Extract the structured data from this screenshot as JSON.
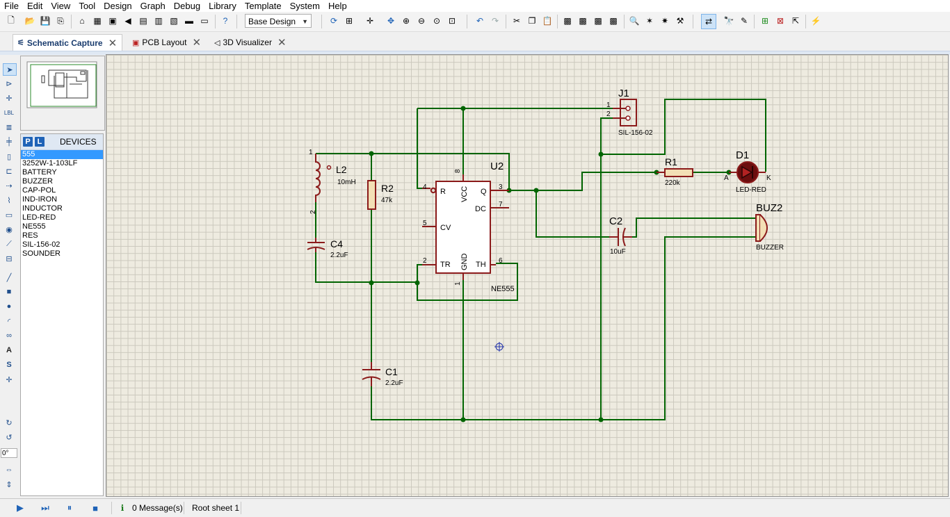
{
  "menu": [
    "File",
    "Edit",
    "View",
    "Tool",
    "Design",
    "Graph",
    "Debug",
    "Library",
    "Template",
    "System",
    "Help"
  ],
  "toolbar": {
    "design_combo": "Base Design"
  },
  "tabs": [
    {
      "label": "Schematic Capture",
      "active": true
    },
    {
      "label": "PCB Layout",
      "active": false
    },
    {
      "label": "3D Visualizer",
      "active": false
    }
  ],
  "devices": {
    "p_btn": "P",
    "l_btn": "L",
    "title": "DEVICES",
    "items": [
      "555",
      "3252W-1-103LF",
      "BATTERY",
      "BUZZER",
      "CAP-POL",
      "IND-IRON",
      "INDUCTOR",
      "LED-RED",
      "NE555",
      "RES",
      "SIL-156-02",
      "SOUNDER"
    ],
    "selected": 0
  },
  "rotation": "0°",
  "status": {
    "messages": "0 Message(s)",
    "sheet": "Root sheet 1"
  },
  "schematic": {
    "u2": {
      "ref": "U2",
      "part": "NE555",
      "pins": {
        "R": "R",
        "VCC": "VCC",
        "Q": "Q",
        "DC": "DC",
        "CV": "CV",
        "TR": "TR",
        "GND": "GND",
        "TH": "TH"
      },
      "pin_nums": {
        "p4": "4",
        "p8": "8",
        "p3": "3",
        "p7": "7",
        "p5": "5",
        "p2": "2",
        "p1": "1",
        "p6": "6"
      }
    },
    "l2": {
      "ref": "L2",
      "value": "10mH",
      "pin1": "1",
      "pin2": "2"
    },
    "r2": {
      "ref": "R2",
      "value": "47k"
    },
    "c4": {
      "ref": "C4",
      "value": "2.2uF"
    },
    "c1": {
      "ref": "C1",
      "value": "2.2uF"
    },
    "j1": {
      "ref": "J1",
      "part": "SIL-156-02",
      "pin1": "1",
      "pin2": "2"
    },
    "r1": {
      "ref": "R1",
      "value": "220k"
    },
    "d1": {
      "ref": "D1",
      "part": "LED-RED",
      "a": "A",
      "k": "K"
    },
    "c2": {
      "ref": "C2",
      "value": "10uF"
    },
    "buz2": {
      "ref": "BUZ2",
      "part": "BUZZER"
    }
  },
  "colors": {
    "wire": "#006400",
    "component": "#8b1a1a",
    "grid_bg": "#eeebe0",
    "accent": "#1f63b7"
  }
}
